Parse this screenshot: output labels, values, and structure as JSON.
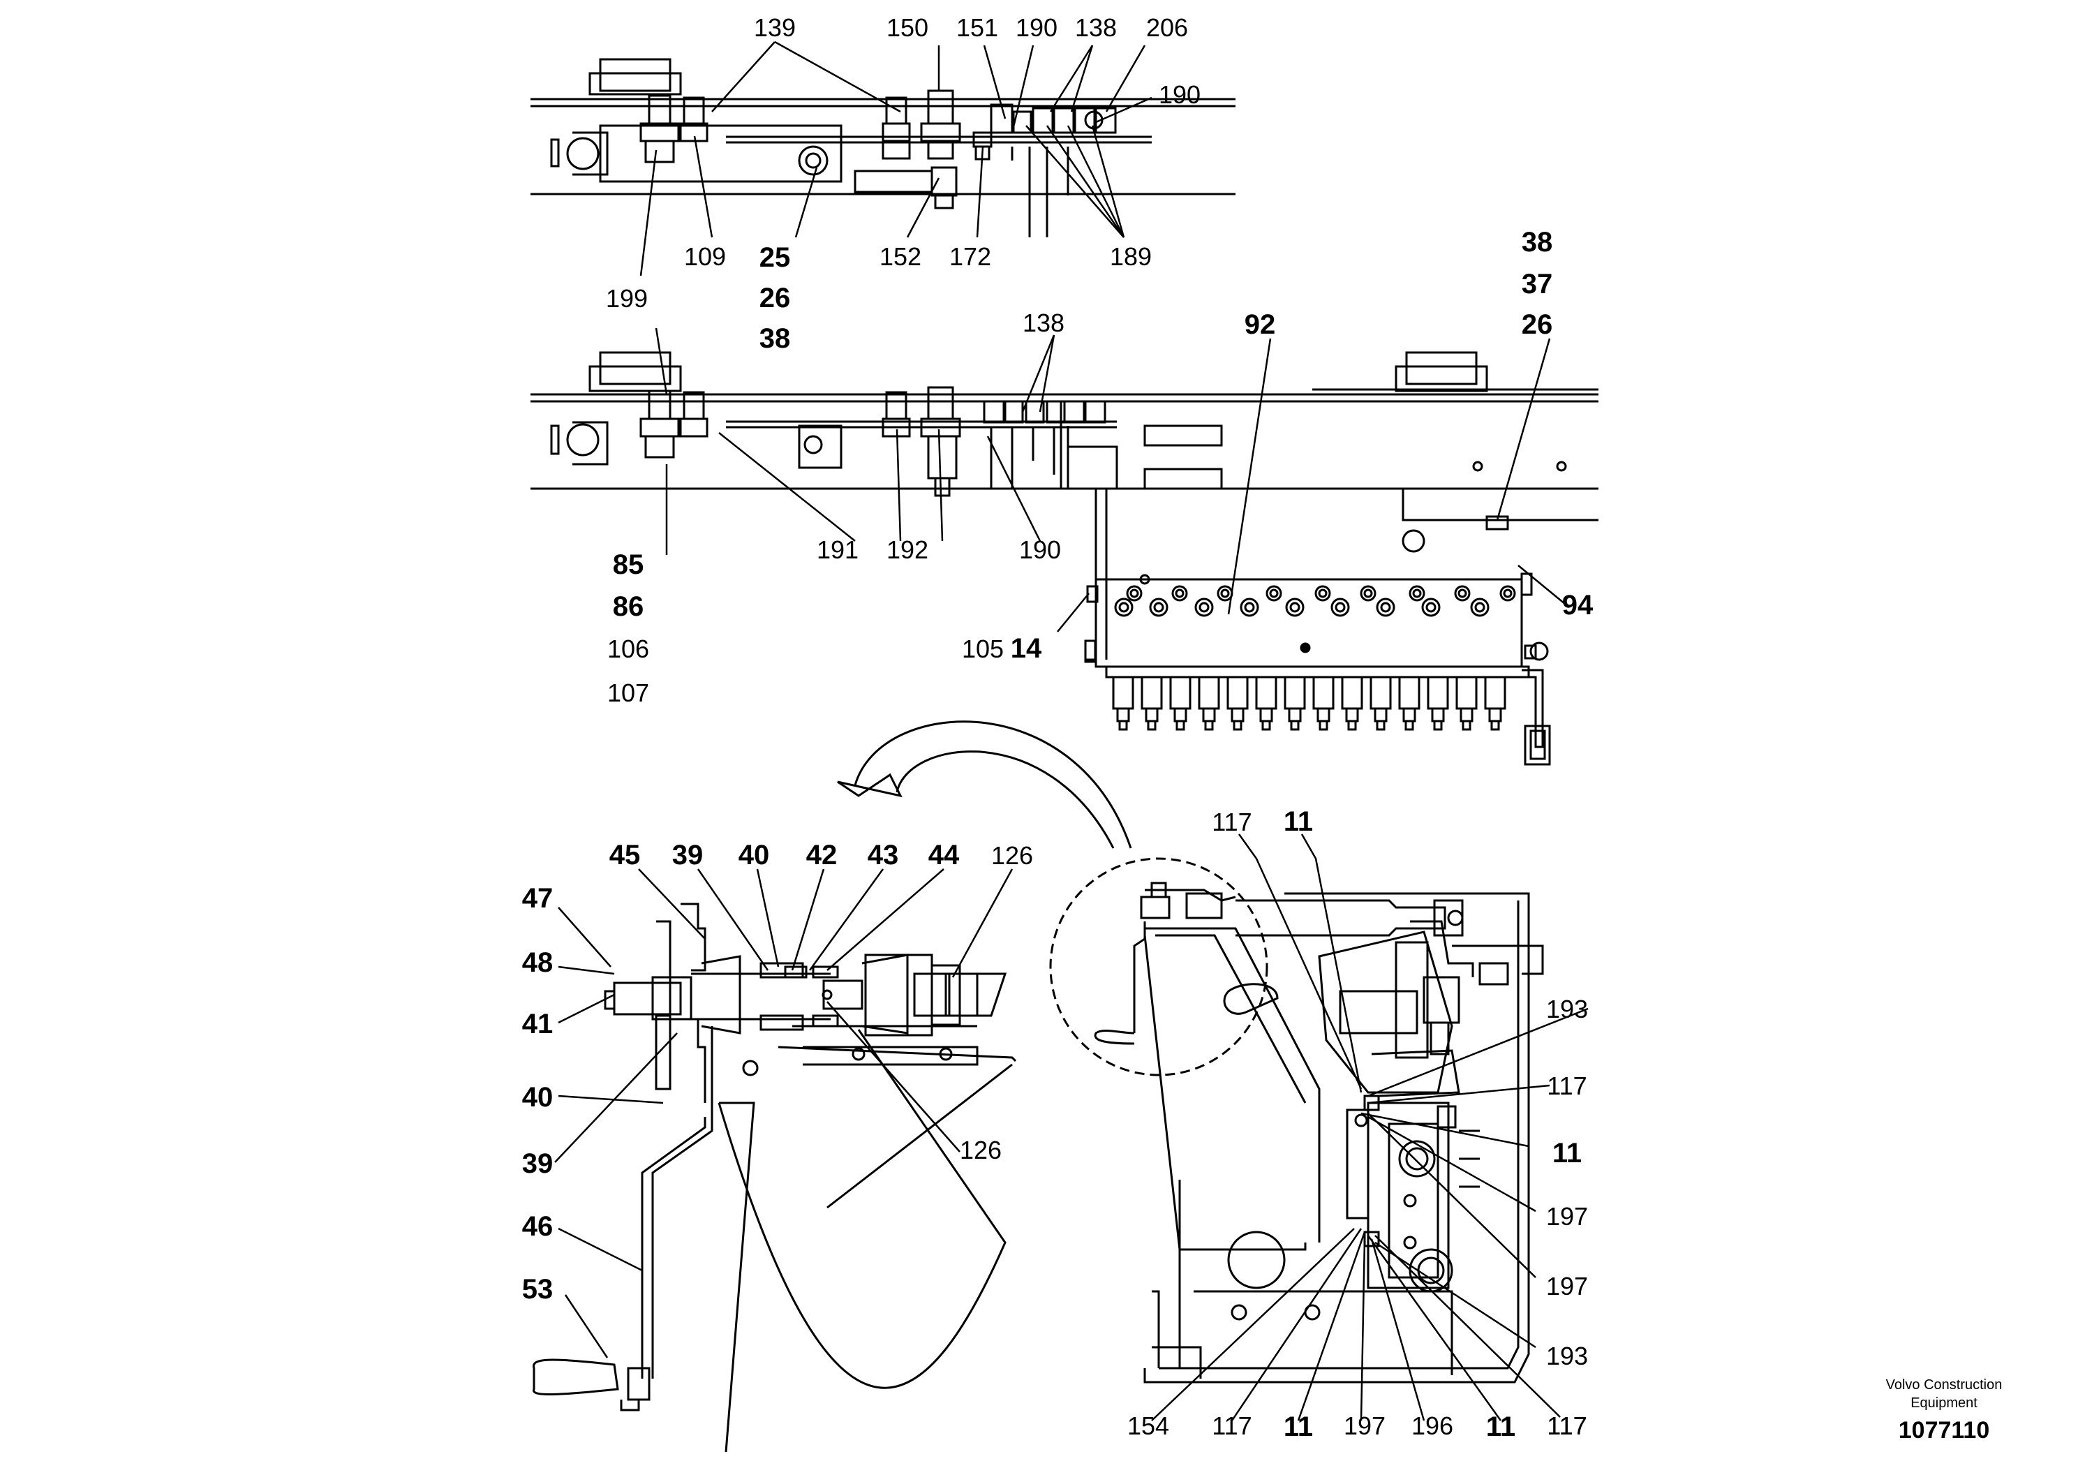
{
  "view1_labels": {
    "top": [
      "139",
      "150",
      "151",
      "190",
      "138",
      "206",
      "190"
    ],
    "bottom": [
      "109",
      "25",
      "152",
      "172",
      "189"
    ],
    "stack_left": [
      "26",
      "38"
    ]
  },
  "view2_labels": {
    "top_left": "199",
    "top": [
      "138",
      "92"
    ],
    "stack_right": [
      "38",
      "37",
      "26"
    ],
    "right": "94",
    "bottom": [
      "191",
      "192",
      "190"
    ],
    "stack_left": [
      "85",
      "86",
      "106",
      "107"
    ],
    "valve_left": "105",
    "valve_left_bold": "14"
  },
  "detail_labels": {
    "top": [
      "45",
      "39",
      "40",
      "42",
      "43",
      "44",
      "126"
    ],
    "left": [
      "47",
      "48",
      "41",
      "40",
      "39",
      "46",
      "53"
    ],
    "right": "126"
  },
  "side_view_labels": {
    "top": [
      "117",
      "11"
    ],
    "right": [
      "193",
      "117",
      "11",
      "197",
      "197",
      "193",
      "117"
    ],
    "bottom": [
      "154",
      "117",
      "11",
      "197",
      "196",
      "11",
      "117"
    ]
  },
  "credit": {
    "line1": "Volvo Construction",
    "line2": "Equipment",
    "number": "1077110"
  }
}
